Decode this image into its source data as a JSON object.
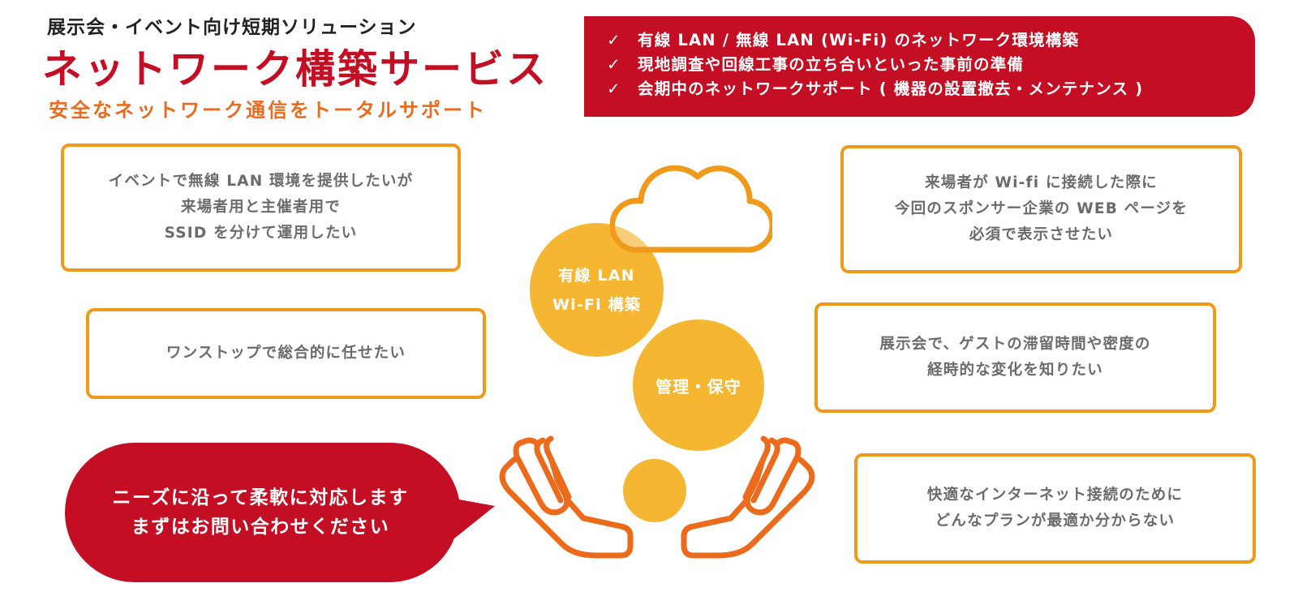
{
  "header": {
    "subtitle": "展示会・イベント向け短期ソリューション",
    "title": "ネットワーク構築サービス",
    "tagline": "安全なネットワーク通信をトータルサポート"
  },
  "features": [
    {
      "check": "✓",
      "label": "有線 LAN / 無線 LAN (Wi-Fi) のネットワーク環境構築"
    },
    {
      "check": "✓",
      "label": "現地調査や回線工事の立ち合いといった事前の準備"
    },
    {
      "check": "✓",
      "label": "会期中のネットワークサポート ( 機器の設置撤去・メンテナンス )"
    }
  ],
  "needs": {
    "left_top": "イベントで無線 LAN 環境を提供したいが\n来場者用と主催者用で\nSSID を分けて運用したい",
    "left_mid": "ワンストップで総合的に任せたい",
    "right_top": "来場者が Wi-fi に接続した際に\n今回のスポンサー企業の WEB ページを\n必須で表示させたい",
    "right_mid": "展示会で、ゲストの滞留時間や密度の\n経時的な変化を知りたい",
    "right_bottom": "快適なインターネット接続のために\nどんなプランが最適か分からない"
  },
  "circles": {
    "wired_line1": "有線 LAN",
    "wired_line2": "Wi-Fi 構築",
    "maintenance": "管理・保守"
  },
  "bubble": {
    "message": "ニーズに沿って柔軟に対応します\nまずはお問い合わせください"
  },
  "icons": {
    "cloud": "cloud-icon",
    "hands": "open-hands-icon",
    "check": "checkmark-icon"
  },
  "colors": {
    "brand_red": "#c40e23",
    "accent_orange": "#ec6a1c",
    "border_orange": "#f09a1b",
    "circle_yellow": "#f5b631"
  }
}
